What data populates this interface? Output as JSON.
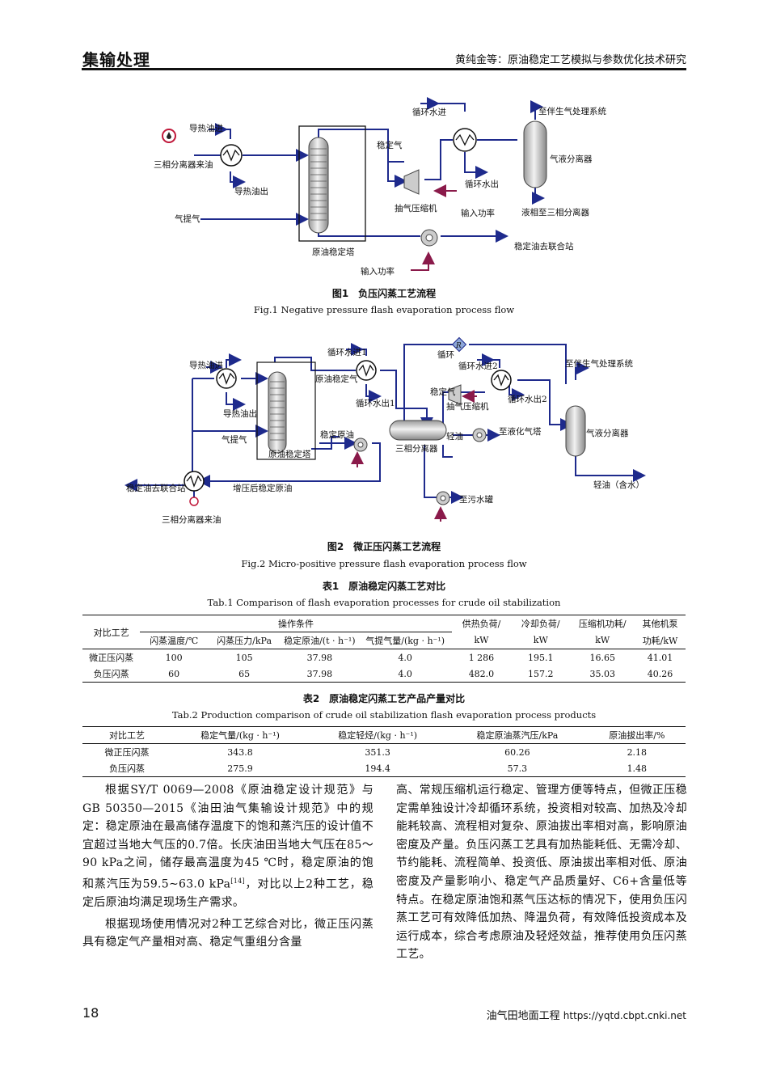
{
  "header": {
    "journal_section": "集输处理",
    "running_title": "黄纯金等：原油稳定工艺模拟与参数优化技术研究"
  },
  "fig1": {
    "labels": {
      "daore_in": "导热油进",
      "sanxiang_in": "三相分离器来油",
      "daore_out": "导热油出",
      "qitiqi": "气提气",
      "tower": "原油稳定塔",
      "power1": "输入功率",
      "stable_gas": "稳定气",
      "compressor": "抽气压缩机",
      "power2": "输入功率",
      "cw_in": "循环水进",
      "cw_out": "循环水出",
      "to_gas_system": "至伴生气处理系统",
      "gl_sep": "气液分离器",
      "liquid_to_3p": "液相至三相分离器",
      "oil_out": "稳定油去联合站"
    },
    "caption_cn": "图1　负压闪蒸工艺流程",
    "caption_en": "Fig.1  Negative pressure flash evaporation process flow"
  },
  "fig2": {
    "labels": {
      "daore_in": "导热油进",
      "daore_out": "导热油出",
      "qitiqi": "气提气",
      "tower": "原油稳定塔",
      "cw1_in": "循环水进1",
      "cw1_out": "循环水出1",
      "stable_gas": "原油稳定气",
      "stable_oil": "稳定原油",
      "recycle": "循环",
      "r_badge": "R",
      "cw2_in": "循环水进2",
      "cw2_out": "循环水出2",
      "to_gas_system": "至伴生气处理系统",
      "stable_gas2": "稳定气",
      "compressor": "抽气压缩机",
      "to_lpg": "至液化气塔",
      "light_oil": "轻油",
      "three_phase": "三相分离器",
      "gl_sep": "气液分离器",
      "light_oil_water": "轻油（含水）",
      "to_sewage": "至污水罐",
      "oil_out": "稳定油去联合站",
      "boosted": "增压后稳定原油",
      "sanxiang_in": "三相分离器来油"
    },
    "caption_cn": "图2　微正压闪蒸工艺流程",
    "caption_en": "Fig.2  Micro-positive pressure flash evaporation process flow"
  },
  "table1": {
    "caption_cn": "表1　原油稳定闪蒸工艺对比",
    "caption_en": "Tab.1  Comparison of flash evaporation processes for crude oil stabilization",
    "h_process": "对比工艺",
    "h_conditions": "操作条件",
    "h_heat": "供热负荷/",
    "h_heat_unit": "kW",
    "h_cool": "冷却负荷/",
    "h_cool_unit": "kW",
    "h_comp": "压缩机功耗/",
    "h_comp_unit": "kW",
    "h_pump": "其他机泵",
    "h_pump_unit": "功耗/kW",
    "sub": [
      "闪蒸温度/℃",
      "闪蒸压力/kPa",
      "稳定原油/(t · h⁻¹)",
      "气提气量/(kg · h⁻¹)"
    ],
    "rows": [
      [
        "微正压闪蒸",
        "100",
        "105",
        "37.98",
        "4.0",
        "1 286",
        "195.1",
        "16.65",
        "41.01"
      ],
      [
        "负压闪蒸",
        "60",
        "65",
        "37.98",
        "4.0",
        "482.0",
        "157.2",
        "35.03",
        "40.26"
      ]
    ]
  },
  "table2": {
    "caption_cn": "表2　原油稳定闪蒸工艺产品产量对比",
    "caption_en": "Tab.2  Production comparison of crude oil stabilization flash evaporation process products",
    "headers": [
      "对比工艺",
      "稳定气量/(kg · h⁻¹)",
      "稳定轻烃/(kg · h⁻¹)",
      "稳定原油蒸汽压/kPa",
      "原油拔出率/%"
    ],
    "rows": [
      [
        "微正压闪蒸",
        "343.8",
        "351.3",
        "60.26",
        "2.18"
      ],
      [
        "负压闪蒸",
        "275.9",
        "194.4",
        "57.3",
        "1.48"
      ]
    ]
  },
  "body": {
    "p1_a": "根据SY/T 0069—2008《原油稳定设计规范》与GB 50350—2015《油田油气集输设计规范》中的规定：稳定原油在最高储存温度下的饱和蒸汽压的设计值不宜超过当地大气压的0.7倍。长庆油田当地大气压在85～90 kPa之间，储存最高温度为45 ℃时，稳定原油的饱和蒸汽压为59.5~63.0 kPa",
    "p1_ref": "[14]",
    "p1_b": "，对比以上2种工艺，稳定后原油均满足现场生产需求。",
    "p2": "根据现场使用情况对2种工艺综合对比，微正压闪蒸具有稳定气产量相对高、稳定气重组分含量",
    "p3": "高、常规压缩机运行稳定、管理方便等特点，但微正压稳定需单独设计冷却循环系统，投资相对较高、加热及冷却能耗较高、流程相对复杂、原油拔出率相对高，影响原油密度及产量。负压闪蒸工艺具有加热能耗低、无需冷却、节约能耗、流程简单、投资低、原油拔出率相对低、原油密度及产量影响小、稳定气产品质量好、C6+含量低等特点。在稳定原油饱和蒸气压达标的情况下，使用负压闪蒸工艺可有效降低加热、降温负荷，有效降低投资成本及运行成本，综合考虑原油及轻烃效益，推荐使用负压闪蒸工艺。"
  },
  "footer": {
    "page_number": "18",
    "journal_name": "油气田地面工程",
    "url": "https://yqtd.cbpt.cnki.net"
  },
  "colors": {
    "flow_line": "#1e2a8c",
    "power_line": "#8a1a4a",
    "ink": "#111111"
  }
}
